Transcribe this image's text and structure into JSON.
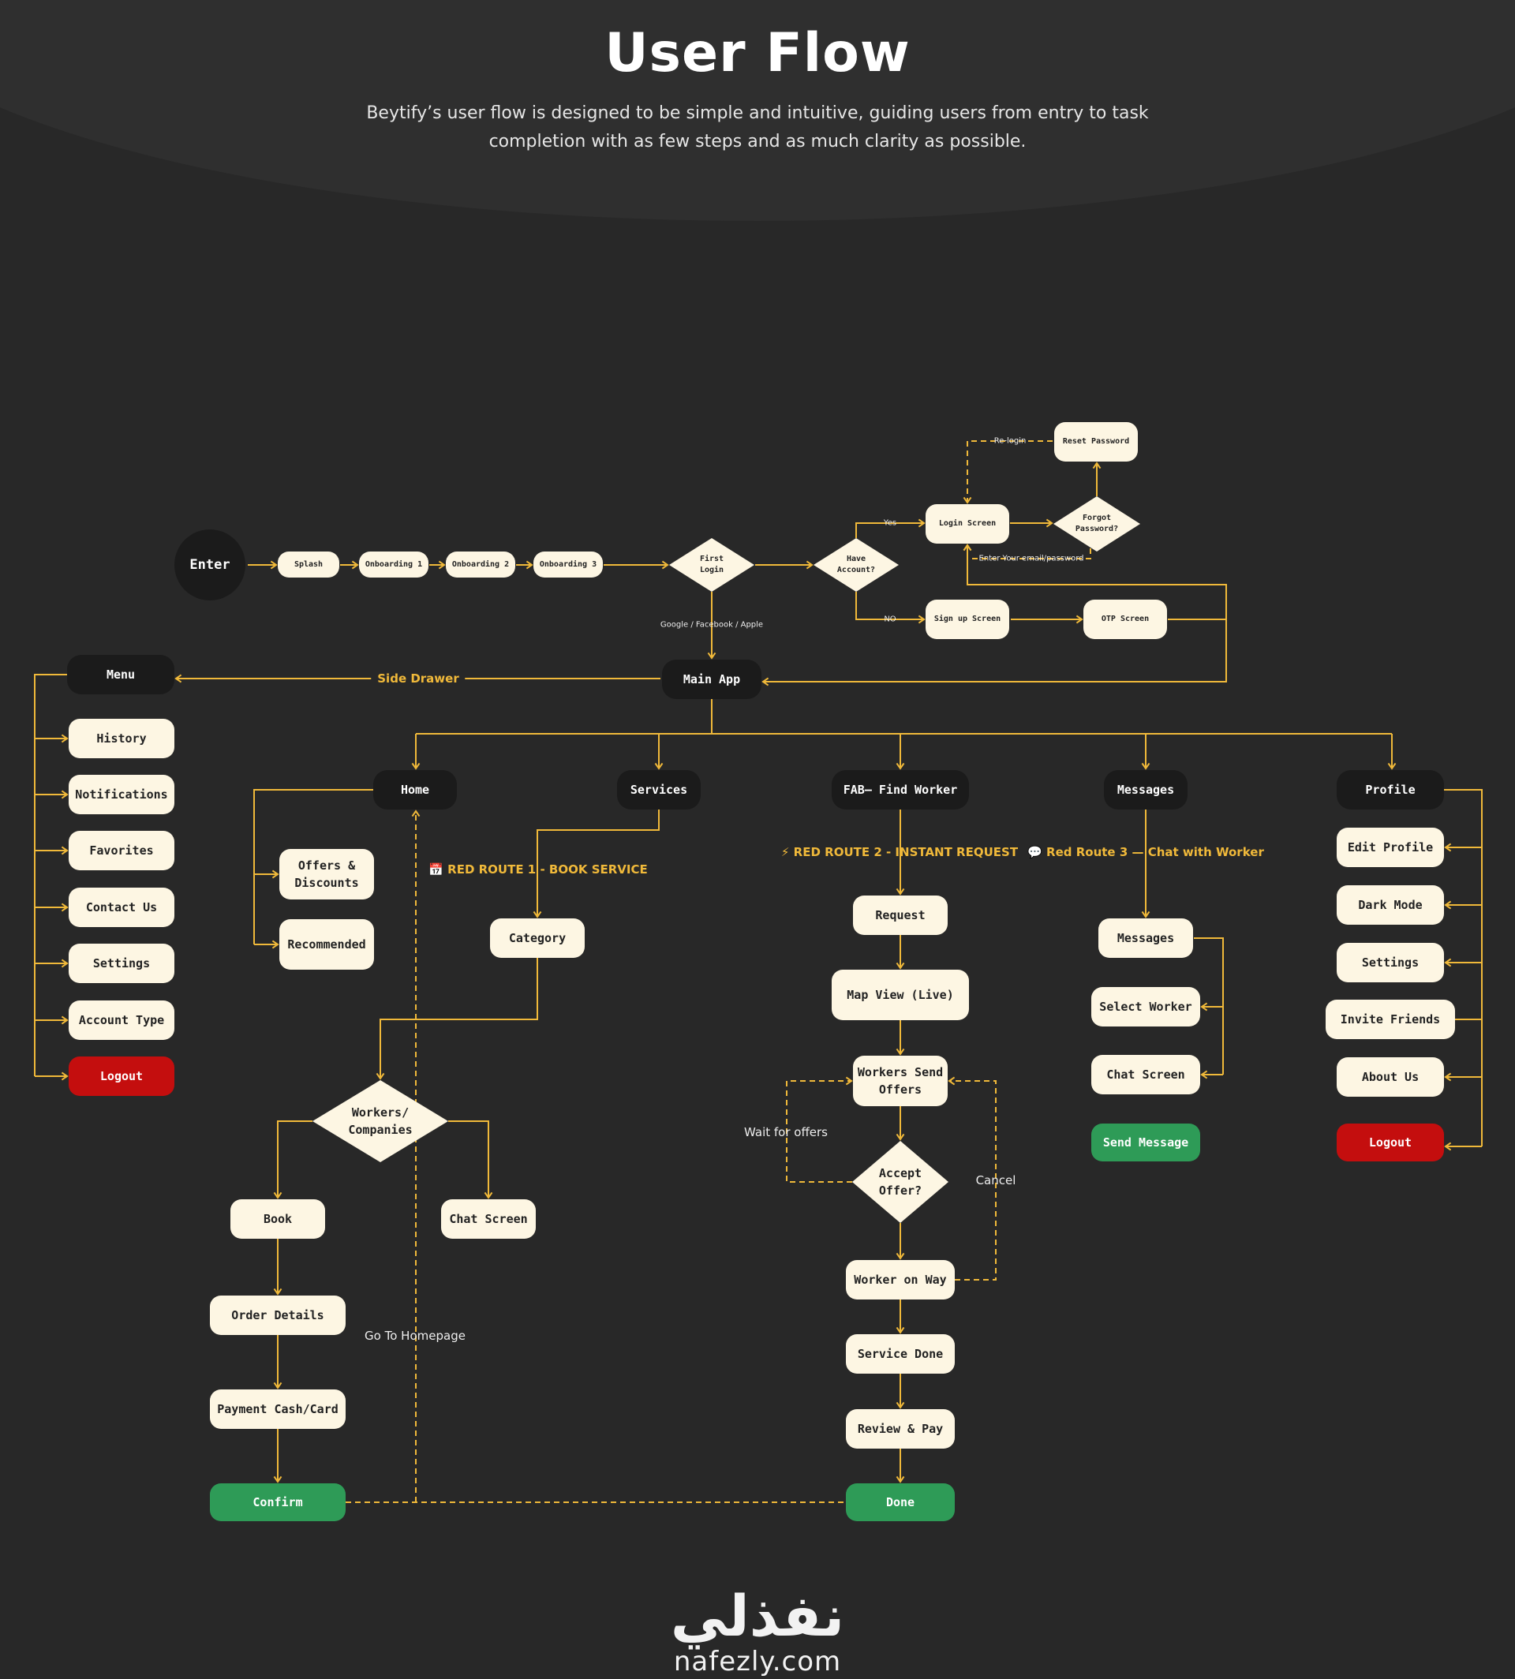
{
  "header": {
    "title": "User Flow",
    "subtitle": "Beytify’s user flow is designed to be simple and intuitive, guiding users from entry to task completion with as few steps and as much clarity as possible."
  },
  "colors": {
    "background": "#282828",
    "line": "#f0b93a",
    "node_light": "#fdf6e3",
    "node_dark": "#1b1b1b",
    "success": "#2e9b57",
    "danger": "#c40e0e"
  },
  "nodes": {
    "enter": "Enter",
    "splash": "Splash",
    "onboarding_1": "Onboarding 1",
    "onboarding_2": "Onboarding 2",
    "onboarding_3": "Onboarding 3",
    "first_login": "First Login",
    "have_account": "Have Account?",
    "login_screen": "Login Screen",
    "forgot_password": "Forgot Password?",
    "reset_password": "Reset Password",
    "signup_screen": "Sign up Screen",
    "otp_screen": "OTP Screen",
    "main_app": "Main App",
    "menu": "Menu",
    "menu_history": "History",
    "menu_notifications": "Notifications",
    "menu_favorites": "Favorites",
    "menu_contact": "Contact Us",
    "menu_settings": "Settings",
    "menu_account_type": "Account Type",
    "menu_logout": "Logout",
    "home": "Home",
    "services": "Services",
    "fab": "FAB– Find Worker",
    "messages_tab": "Messages",
    "profile": "Profile",
    "offers": "Offers & Discounts",
    "recommended": "Recommended",
    "category": "Category",
    "workers_companies": "Workers/ Companies",
    "book": "Book",
    "chat_screen_1": "Chat Screen",
    "order_details": "Order Details",
    "payment": "Payment Cash/Card",
    "confirm": "Confirm",
    "request": "Request",
    "map_view": "Map View (Live)",
    "workers_send_offers": "Workers Send Offers",
    "accept_offer": "Accept Offer?",
    "worker_on_way": "Worker on Way",
    "service_done": "Service Done",
    "review_pay": "Review & Pay",
    "done": "Done",
    "messages_list": "Messages",
    "select_worker": "Select Worker",
    "chat_screen_2": "Chat Screen",
    "send_message": "Send Message",
    "edit_profile": "Edit Profile",
    "dark_mode": "Dark Mode",
    "profile_settings": "Settings",
    "invite_friends": "Invite Friends",
    "about_us": "About Us",
    "profile_logout": "Logout"
  },
  "labels": {
    "relogin": "Re-login",
    "yes": "Yes",
    "no": "NO",
    "enter_email": "Enter Your email/password",
    "social": "Google / Facebook / Apple",
    "side_drawer": "Side Drawer",
    "route1": "📅 RED ROUTE 1 - BOOK SERVICE",
    "route2": "⚡ RED ROUTE 2 - INSTANT REQUEST",
    "route3": "💬 Red Route 3 — Chat with Worker",
    "wait_offers": "Wait for offers",
    "cancel": "Cancel",
    "go_home": "Go To Homepage"
  },
  "logo": {
    "arabic": "نفذلي",
    "latin": "nafezly.com"
  }
}
